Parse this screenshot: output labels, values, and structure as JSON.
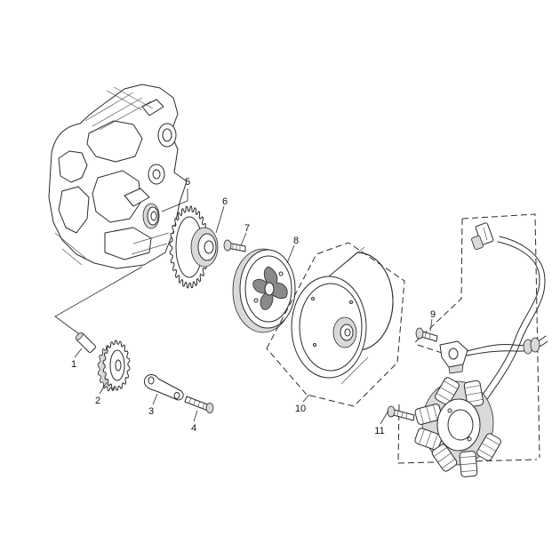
{
  "callouts": [
    {
      "label": "1"
    },
    {
      "label": "2"
    },
    {
      "label": "3"
    },
    {
      "label": "4"
    },
    {
      "label": "5"
    },
    {
      "label": "6"
    },
    {
      "label": "7"
    },
    {
      "label": "8"
    },
    {
      "label": "9"
    },
    {
      "label": "10"
    },
    {
      "label": "11"
    }
  ],
  "colors": {
    "line": "#2a2a2a",
    "background": "#ffffff"
  }
}
